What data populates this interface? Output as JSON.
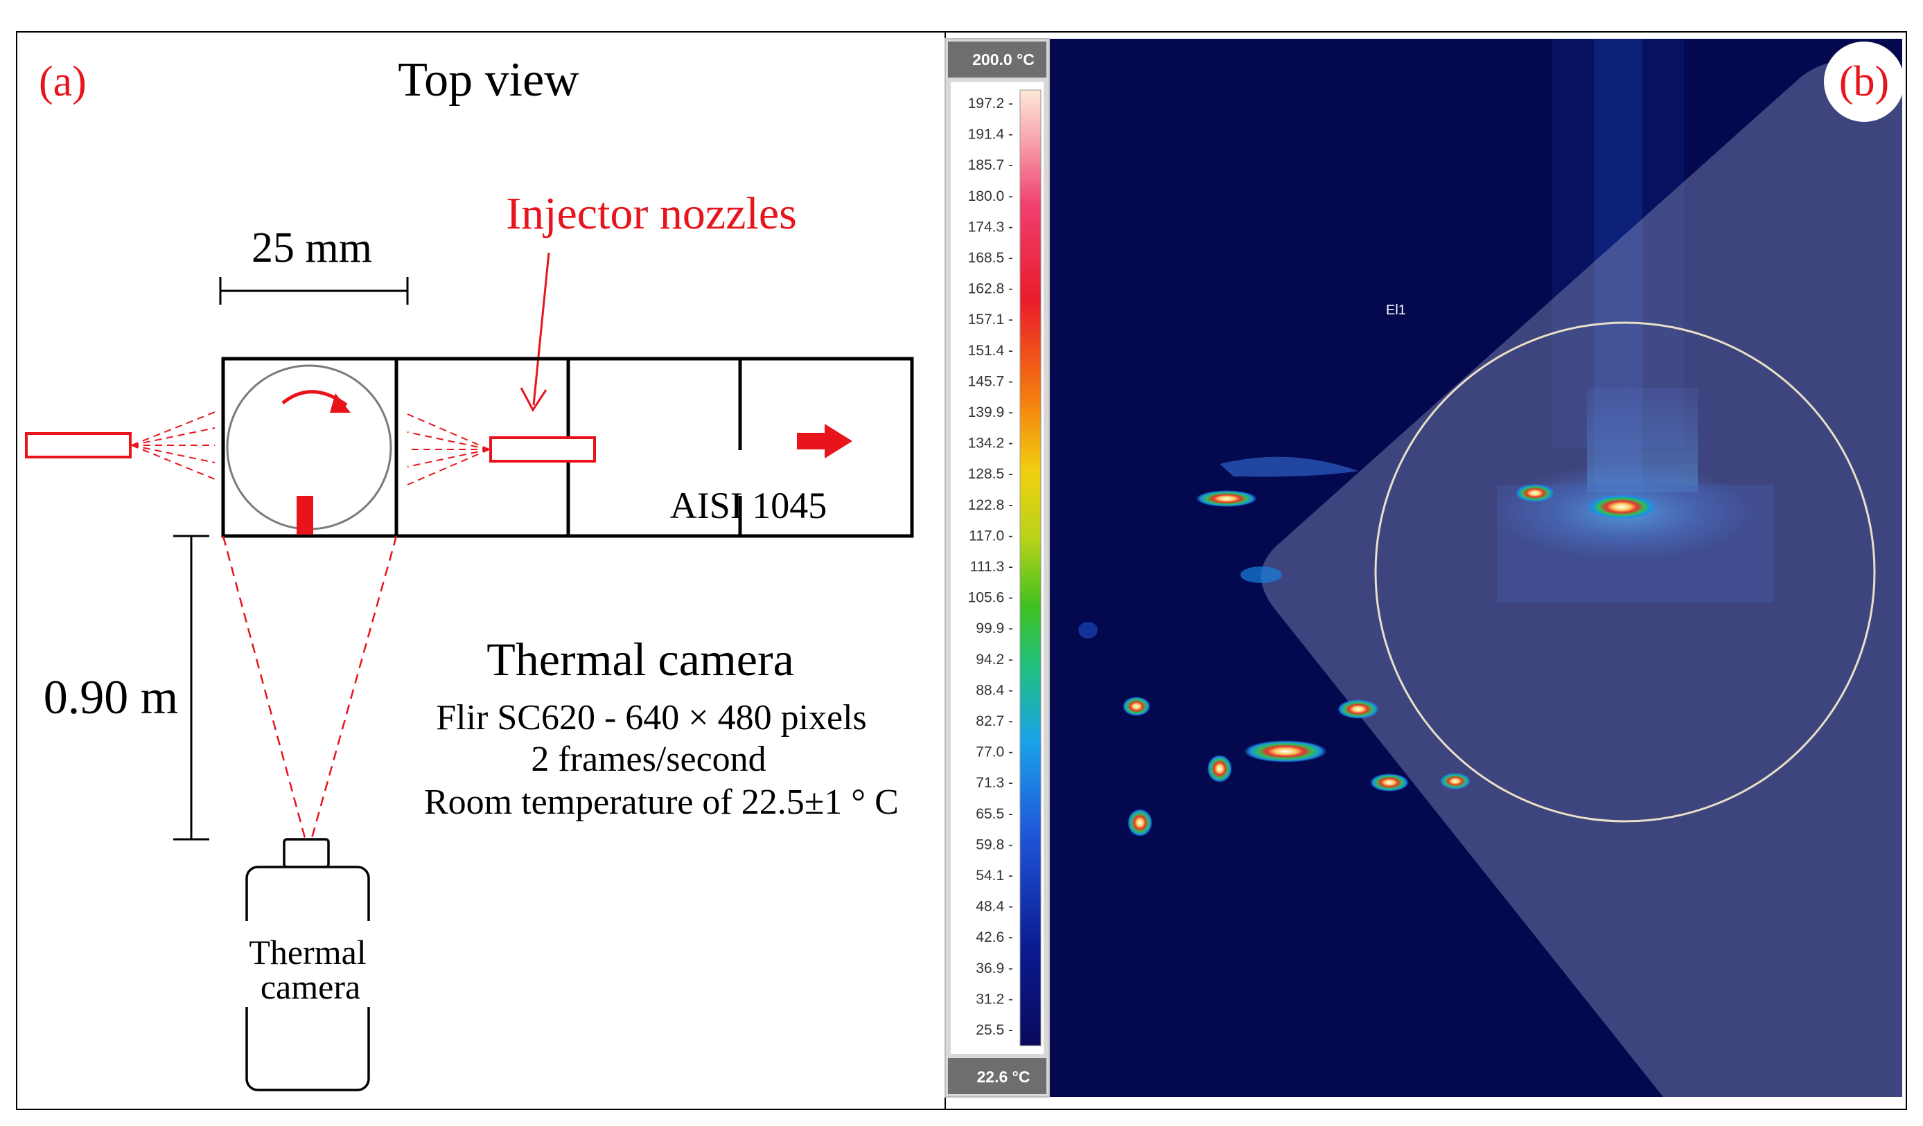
{
  "panel_a": {
    "label": "(a)",
    "title": "Top view",
    "dimension_width": "25 mm",
    "dimension_distance": "0.90 m",
    "injector_label": "Injector nozzles",
    "material_label": "AISI 1045",
    "camera_title": "Thermal camera",
    "camera_specs": [
      "Flir SC620 - 640 × 480 pixels",
      "2 frames/second",
      "Room temperature of 22.5±1 ° C"
    ],
    "camera_body_lines": [
      "Thermal",
      "camera"
    ],
    "colors": {
      "accent": "#e8141c",
      "line": "#000000",
      "tool_circle": "#7a7a7a"
    }
  },
  "panel_b": {
    "label": "(b)",
    "scale_max": "200.0 °C",
    "scale_min": "22.6 °C",
    "scale_ticks": [
      "197.2 -",
      "191.4 -",
      "185.7 -",
      "180.0 -",
      "174.3 -",
      "168.5 -",
      "162.8 -",
      "157.1 -",
      "151.4 -",
      "145.7 -",
      "139.9 -",
      "134.2 -",
      "128.5 -",
      "122.8 -",
      "117.0 -",
      "111.3 -",
      "105.6 -",
      "99.9 -",
      "94.2 -",
      "88.4 -",
      "82.7 -",
      "77.0 -",
      "71.3 -",
      "65.5 -",
      "59.8 -",
      "54.1 -",
      "48.4 -",
      "42.6 -",
      "36.9 -",
      "31.2 -",
      "25.5 -"
    ],
    "roi_label": "El1",
    "colors": {
      "background": "#03084f",
      "label_accent": "#e8141c"
    }
  }
}
